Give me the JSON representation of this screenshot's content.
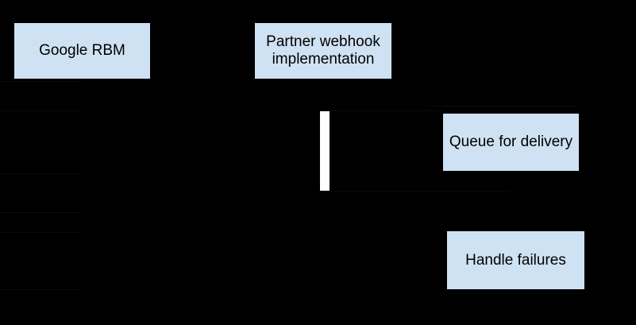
{
  "diagram": {
    "colors": {
      "background": "#000000",
      "node_fill": "#cfe2f3",
      "node_text": "#000000",
      "activation_bar": "#ffffff",
      "connector": "#0b0b0b"
    },
    "nodes": [
      {
        "id": "google-rbm",
        "label": "Google RBM"
      },
      {
        "id": "partner-webhook",
        "label": "Partner webhook implementation"
      },
      {
        "id": "queue-for-delivery",
        "label": "Queue for delivery"
      },
      {
        "id": "handle-failures",
        "label": "Handle failures"
      }
    ]
  }
}
